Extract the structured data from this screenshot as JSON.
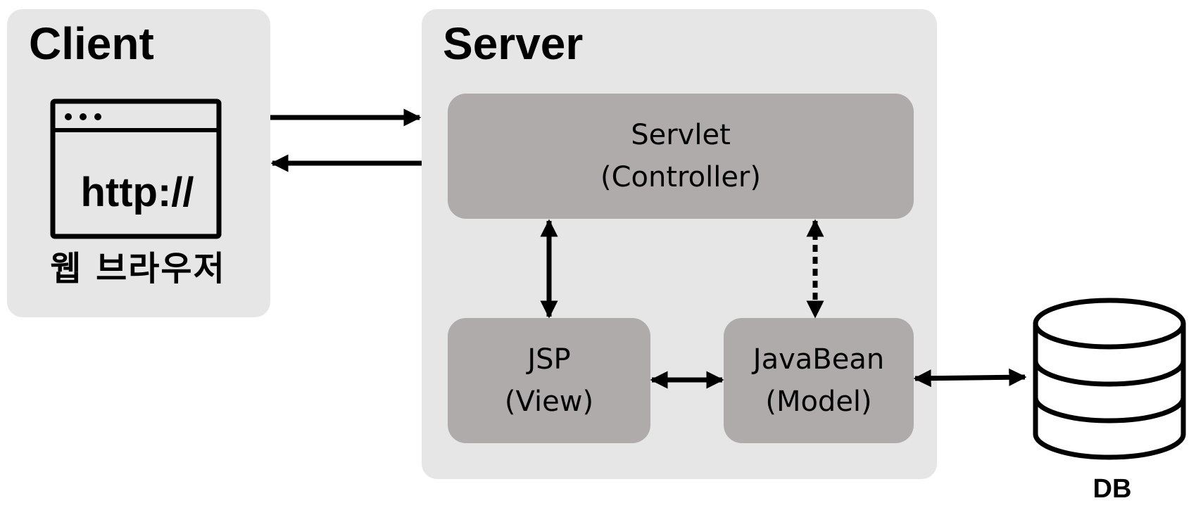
{
  "client": {
    "title": "Client",
    "browser": {
      "url_text": "http://",
      "caption": "웹 브라우저"
    }
  },
  "server": {
    "title": "Server",
    "servlet": {
      "name": "Servlet",
      "role": "(Controller)"
    },
    "jsp": {
      "name": "JSP",
      "role": "(View)"
    },
    "javabean": {
      "name": "JavaBean",
      "role": "(Model)"
    }
  },
  "database": {
    "label": "DB"
  },
  "colors": {
    "panel_background": "#e6e6e6",
    "component_box": "#afabab",
    "stroke": "#000000"
  },
  "icons": [
    "browser-window-icon",
    "database-icon"
  ]
}
